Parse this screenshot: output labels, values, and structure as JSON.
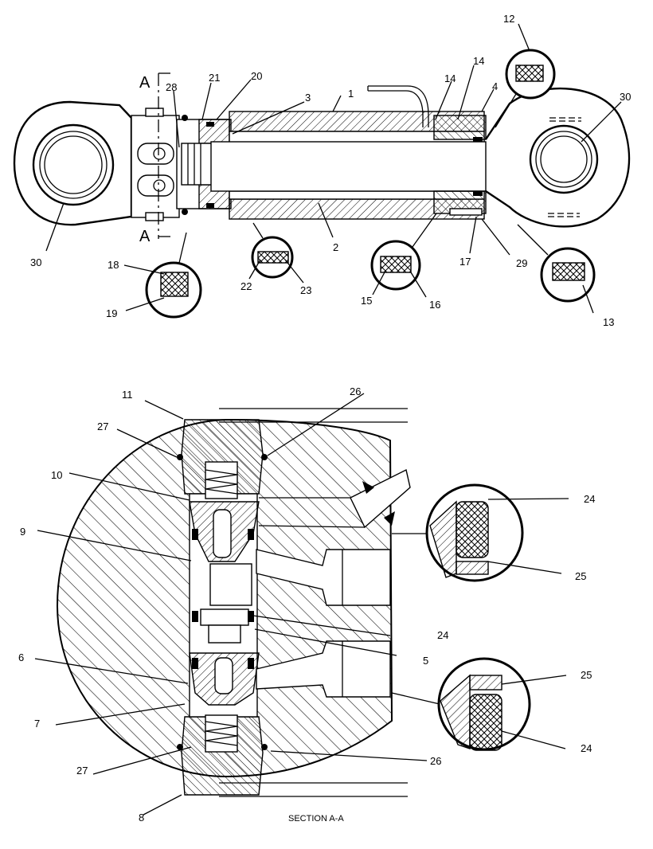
{
  "section_marks": {
    "top": "A",
    "bottom": "A"
  },
  "caption": "SECTION A-A",
  "callouts_upper": [
    {
      "id": "c-1",
      "text": "1"
    },
    {
      "id": "c-2",
      "text": "2"
    },
    {
      "id": "c-3",
      "text": "3"
    },
    {
      "id": "c-4",
      "text": "4"
    },
    {
      "id": "c-12",
      "text": "12"
    },
    {
      "id": "c-13",
      "text": "13"
    },
    {
      "id": "c-14a",
      "text": "14"
    },
    {
      "id": "c-14b",
      "text": "14"
    },
    {
      "id": "c-15",
      "text": "15"
    },
    {
      "id": "c-16",
      "text": "16"
    },
    {
      "id": "c-17",
      "text": "17"
    },
    {
      "id": "c-18",
      "text": "18"
    },
    {
      "id": "c-19",
      "text": "19"
    },
    {
      "id": "c-20",
      "text": "20"
    },
    {
      "id": "c-21",
      "text": "21"
    },
    {
      "id": "c-22",
      "text": "22"
    },
    {
      "id": "c-23",
      "text": "23"
    },
    {
      "id": "c-28",
      "text": "28"
    },
    {
      "id": "c-29",
      "text": "29"
    },
    {
      "id": "c-30a",
      "text": "30"
    },
    {
      "id": "c-30b",
      "text": "30"
    }
  ],
  "callouts_lower": [
    {
      "id": "c-5",
      "text": "5"
    },
    {
      "id": "c-6",
      "text": "6"
    },
    {
      "id": "c-7",
      "text": "7"
    },
    {
      "id": "c-8",
      "text": "8"
    },
    {
      "id": "c-9",
      "text": "9"
    },
    {
      "id": "c-10",
      "text": "10"
    },
    {
      "id": "c-11",
      "text": "11"
    },
    {
      "id": "c-24a",
      "text": "24"
    },
    {
      "id": "c-24b",
      "text": "24"
    },
    {
      "id": "c-24c",
      "text": "24"
    },
    {
      "id": "c-25a",
      "text": "25"
    },
    {
      "id": "c-25b",
      "text": "25"
    },
    {
      "id": "c-26a",
      "text": "26"
    },
    {
      "id": "c-26b",
      "text": "26"
    },
    {
      "id": "c-27a",
      "text": "27"
    },
    {
      "id": "c-27b",
      "text": "27"
    }
  ]
}
